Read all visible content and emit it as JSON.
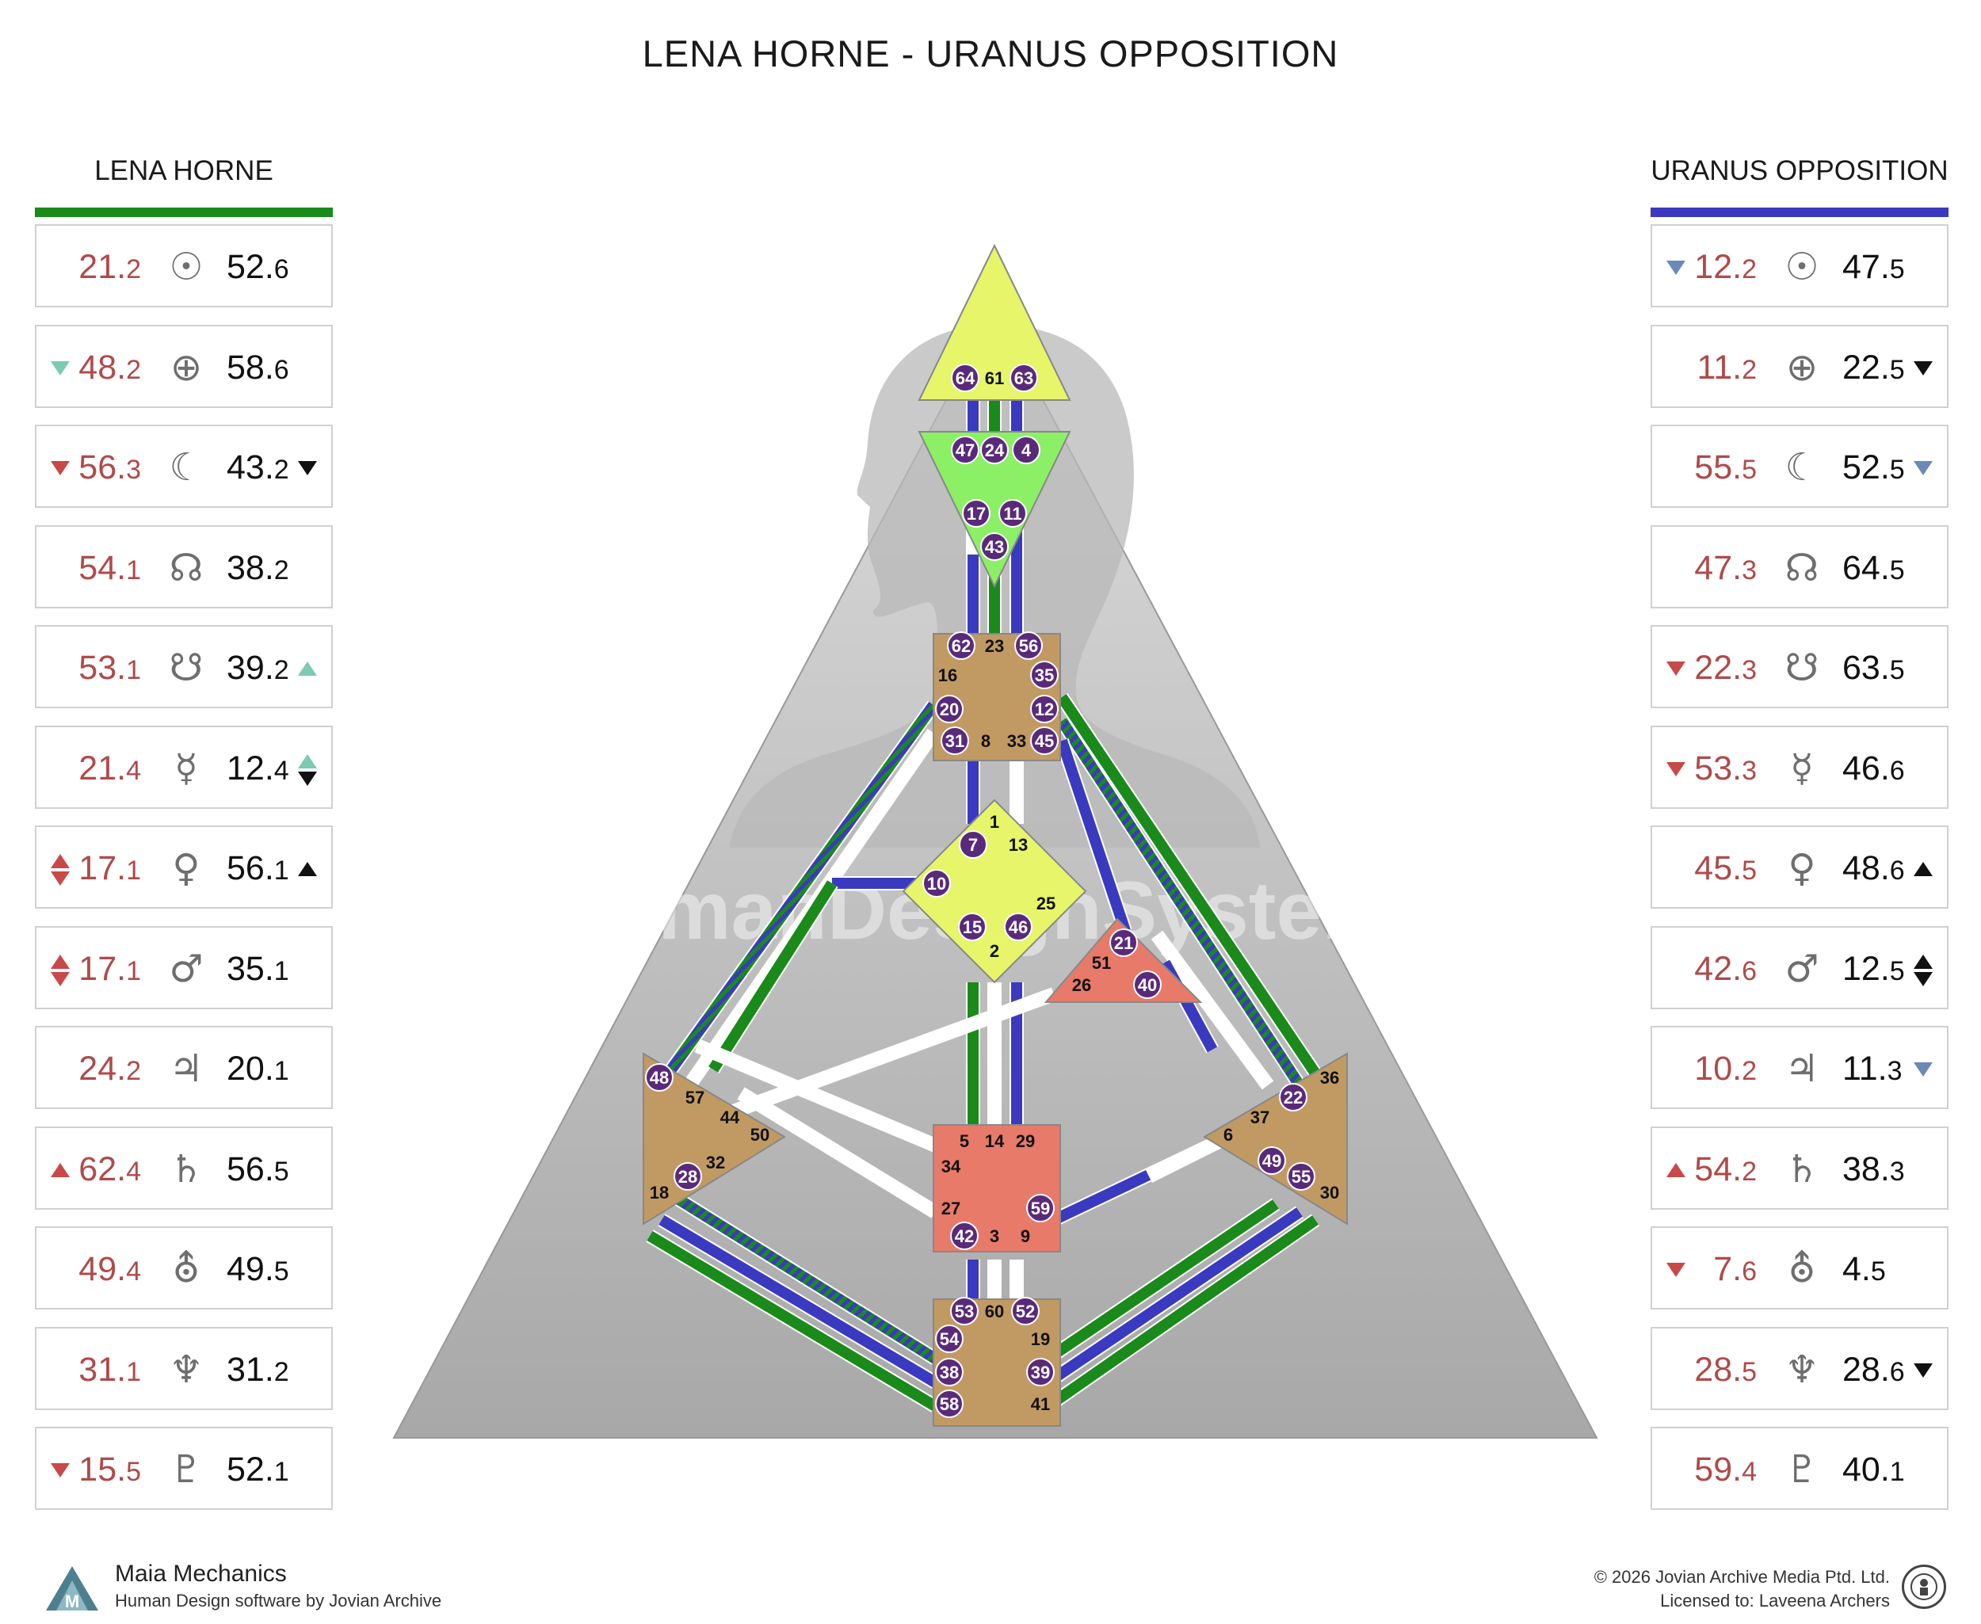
{
  "title": "LENA HORNE - URANUS OPPOSITION",
  "watermark": "TheHumanDesignSystem.com",
  "left_column": {
    "heading": "LENA HORNE",
    "color": "#1a8a1a",
    "rows": [
      {
        "planet": "sun-icon",
        "glyph": "☉",
        "design": "21",
        "design_line": "2",
        "personality": "52",
        "personality_line": "6",
        "left_arrow": "",
        "right_arrow": ""
      },
      {
        "planet": "earth-icon",
        "glyph": "⊕",
        "design": "48",
        "design_line": "2",
        "personality": "58",
        "personality_line": "6",
        "left_arrow": "down-teal",
        "right_arrow": ""
      },
      {
        "planet": "moon-icon",
        "glyph": "☾",
        "design": "56",
        "design_line": "3",
        "personality": "43",
        "personality_line": "2",
        "left_arrow": "down-red",
        "right_arrow": "down-black"
      },
      {
        "planet": "north-node-icon",
        "glyph": "☊",
        "design": "54",
        "design_line": "1",
        "personality": "38",
        "personality_line": "2",
        "left_arrow": "",
        "right_arrow": ""
      },
      {
        "planet": "south-node-icon",
        "glyph": "☋",
        "design": "53",
        "design_line": "1",
        "personality": "39",
        "personality_line": "2",
        "left_arrow": "",
        "right_arrow": "up-teal"
      },
      {
        "planet": "mercury-icon",
        "glyph": "☿",
        "design": "21",
        "design_line": "4",
        "personality": "12",
        "personality_line": "4",
        "left_arrow": "",
        "right_arrow": "updown-teal-black"
      },
      {
        "planet": "venus-icon",
        "glyph": "♀",
        "design": "17",
        "design_line": "1",
        "personality": "56",
        "personality_line": "1",
        "left_arrow": "updown-red",
        "right_arrow": "up-black"
      },
      {
        "planet": "mars-icon",
        "glyph": "♂",
        "design": "17",
        "design_line": "1",
        "personality": "35",
        "personality_line": "1",
        "left_arrow": "updown-red",
        "right_arrow": ""
      },
      {
        "planet": "jupiter-icon",
        "glyph": "♃",
        "design": "24",
        "design_line": "2",
        "personality": "20",
        "personality_line": "1",
        "left_arrow": "",
        "right_arrow": ""
      },
      {
        "planet": "saturn-icon",
        "glyph": "♄",
        "design": "62",
        "design_line": "4",
        "personality": "56",
        "personality_line": "5",
        "left_arrow": "up-red",
        "right_arrow": ""
      },
      {
        "planet": "uranus-icon",
        "glyph": "⛢",
        "design": "49",
        "design_line": "4",
        "personality": "49",
        "personality_line": "5",
        "left_arrow": "",
        "right_arrow": ""
      },
      {
        "planet": "neptune-icon",
        "glyph": "♆",
        "design": "31",
        "design_line": "1",
        "personality": "31",
        "personality_line": "2",
        "left_arrow": "",
        "right_arrow": ""
      },
      {
        "planet": "pluto-icon",
        "glyph": "♇",
        "design": "15",
        "design_line": "5",
        "personality": "52",
        "personality_line": "1",
        "left_arrow": "down-red",
        "right_arrow": ""
      }
    ]
  },
  "right_column": {
    "heading": "URANUS OPPOSITION",
    "color": "#3a3ac0",
    "rows": [
      {
        "planet": "sun-icon",
        "glyph": "☉",
        "design": "12",
        "design_line": "2",
        "personality": "47",
        "personality_line": "5",
        "left_arrow": "down-blue",
        "right_arrow": ""
      },
      {
        "planet": "earth-icon",
        "glyph": "⊕",
        "design": "11",
        "design_line": "2",
        "personality": "22",
        "personality_line": "5",
        "left_arrow": "",
        "right_arrow": "down-black"
      },
      {
        "planet": "moon-icon",
        "glyph": "☾",
        "design": "55",
        "design_line": "5",
        "personality": "52",
        "personality_line": "5",
        "left_arrow": "",
        "right_arrow": "down-blue"
      },
      {
        "planet": "north-node-icon",
        "glyph": "☊",
        "design": "47",
        "design_line": "3",
        "personality": "64",
        "personality_line": "5",
        "left_arrow": "",
        "right_arrow": ""
      },
      {
        "planet": "south-node-icon",
        "glyph": "☋",
        "design": "22",
        "design_line": "3",
        "personality": "63",
        "personality_line": "5",
        "left_arrow": "down-red",
        "right_arrow": ""
      },
      {
        "planet": "mercury-icon",
        "glyph": "☿",
        "design": "53",
        "design_line": "3",
        "personality": "46",
        "personality_line": "6",
        "left_arrow": "down-red",
        "right_arrow": ""
      },
      {
        "planet": "venus-icon",
        "glyph": "♀",
        "design": "45",
        "design_line": "5",
        "personality": "48",
        "personality_line": "6",
        "left_arrow": "",
        "right_arrow": "up-black"
      },
      {
        "planet": "mars-icon",
        "glyph": "♂",
        "design": "42",
        "design_line": "6",
        "personality": "12",
        "personality_line": "5",
        "left_arrow": "",
        "right_arrow": "updown-black"
      },
      {
        "planet": "jupiter-icon",
        "glyph": "♃",
        "design": "10",
        "design_line": "2",
        "personality": "11",
        "personality_line": "3",
        "left_arrow": "",
        "right_arrow": "down-blue"
      },
      {
        "planet": "saturn-icon",
        "glyph": "♄",
        "design": "54",
        "design_line": "2",
        "personality": "38",
        "personality_line": "3",
        "left_arrow": "up-red",
        "right_arrow": ""
      },
      {
        "planet": "uranus-icon",
        "glyph": "⛢",
        "design": "7",
        "design_line": "6",
        "personality": "4",
        "personality_line": "5",
        "left_arrow": "down-red",
        "right_arrow": ""
      },
      {
        "planet": "neptune-icon",
        "glyph": "♆",
        "design": "28",
        "design_line": "5",
        "personality": "28",
        "personality_line": "6",
        "left_arrow": "",
        "right_arrow": "down-black"
      },
      {
        "planet": "pluto-icon",
        "glyph": "♇",
        "design": "59",
        "design_line": "4",
        "personality": "40",
        "personality_line": "1",
        "left_arrow": "",
        "right_arrow": ""
      }
    ]
  },
  "centers": {
    "head": {
      "color": "#e6f56a",
      "gates": [
        "64",
        "61",
        "63"
      ],
      "circled": [
        "64",
        "63"
      ]
    },
    "ajna": {
      "color": "#8cf066",
      "gates": [
        "47",
        "24",
        "4",
        "17",
        "11",
        "43"
      ],
      "circled": [
        "47",
        "24",
        "4",
        "17",
        "11",
        "43"
      ]
    },
    "throat": {
      "color": "#c19a63",
      "gates": [
        "62",
        "23",
        "56",
        "16",
        "35",
        "20",
        "12",
        "31",
        "8",
        "33",
        "45"
      ],
      "circled": [
        "62",
        "56",
        "35",
        "20",
        "12",
        "31",
        "45"
      ]
    },
    "g": {
      "color": "#e6f56a",
      "gates": [
        "1",
        "7",
        "13",
        "10",
        "25",
        "15",
        "46",
        "2"
      ],
      "circled": [
        "7",
        "10",
        "15",
        "46"
      ]
    },
    "heart": {
      "color": "#e87a6a",
      "gates": [
        "21",
        "51",
        "26",
        "40"
      ],
      "circled": [
        "21",
        "40"
      ]
    },
    "spleen": {
      "color": "#c19a63",
      "gates": [
        "48",
        "57",
        "44",
        "50",
        "32",
        "28",
        "18"
      ],
      "circled": [
        "48",
        "28"
      ]
    },
    "solar_plexus": {
      "color": "#c19a63",
      "gates": [
        "36",
        "22",
        "37",
        "6",
        "49",
        "55",
        "30"
      ],
      "circled": [
        "22",
        "49",
        "55"
      ]
    },
    "sacral": {
      "color": "#e87a6a",
      "gates": [
        "5",
        "14",
        "29",
        "34",
        "27",
        "59",
        "42",
        "3",
        "9"
      ],
      "circled": [
        "59",
        "42"
      ]
    },
    "root": {
      "color": "#c19a63",
      "gates": [
        "53",
        "60",
        "52",
        "54",
        "19",
        "38",
        "39",
        "58",
        "41"
      ],
      "circled": [
        "53",
        "52",
        "54",
        "38",
        "39",
        "58"
      ]
    }
  },
  "footer": {
    "brand": "Maia Mechanics",
    "tagline": "Human Design software by Jovian Archive",
    "copyright": "© 2026 Jovian Archive Media Ptd. Ltd.",
    "license": "Licensed to: Laveena Archers"
  }
}
